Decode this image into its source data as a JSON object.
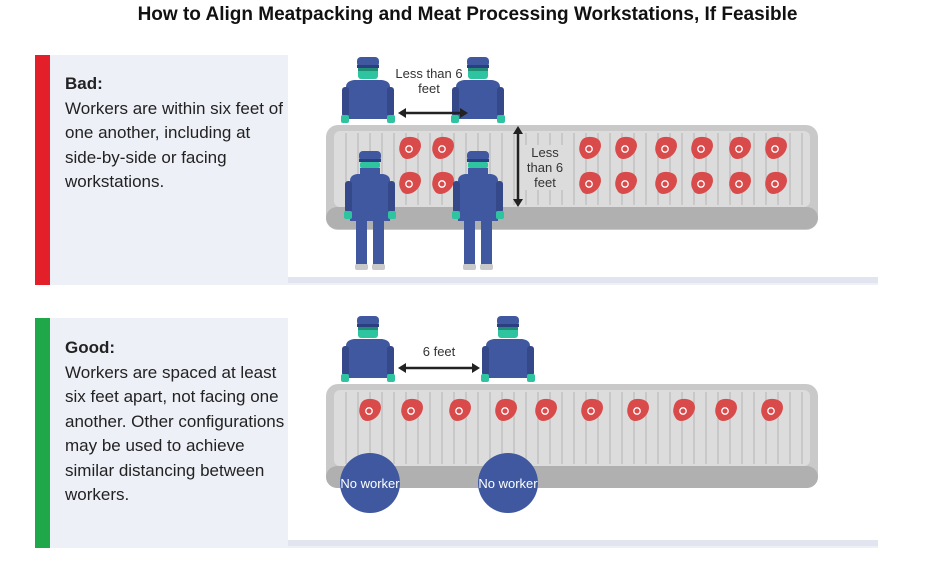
{
  "title": "How to Align Meatpacking and Meat Processing Workstations, If Feasible",
  "colors": {
    "bad": "#e3202a",
    "good": "#1fa84a",
    "panel_bg": "#eef0f8",
    "conveyor": "#c7c7c7",
    "worker": "#3f58a0",
    "mask": "#2ec4a0",
    "meat": "#d94a4a"
  },
  "bad": {
    "heading": "Bad:",
    "body": "Workers are within six feet of one another, including at side-by-side or facing workstations.",
    "horizontal_label": "Less than 6 feet",
    "vertical_label": "Less than 6 feet"
  },
  "good": {
    "heading": "Good:",
    "body": "Workers are spaced at least six feet apart, not facing one another. Other configurations may be used to achieve similar distancing between workers.",
    "horizontal_label": "6 feet",
    "no_worker_labels": [
      "No worker",
      "No worker"
    ]
  },
  "icons": [
    "worker-icon",
    "meat-icon",
    "double-arrow-icon",
    "conveyor-icon"
  ]
}
